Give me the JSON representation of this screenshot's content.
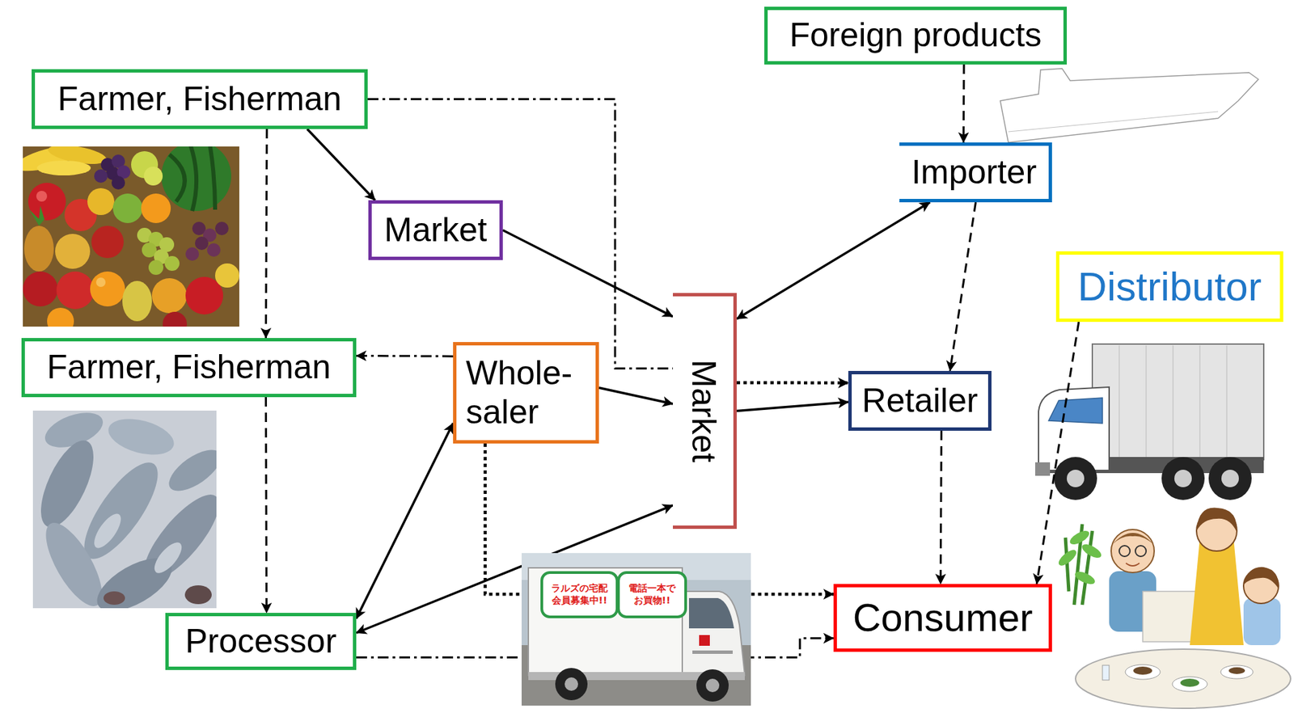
{
  "diagram": {
    "nodes": [
      {
        "text": [
          "Foreign products"
        ]
      },
      {
        "text": [
          "Farmer, Fisherman"
        ]
      },
      {
        "text": [
          "Market"
        ]
      },
      {
        "text": [
          "Importer"
        ]
      },
      {
        "text": [
          "Distributor"
        ]
      },
      {
        "text": [
          "Farmer, Fisherman"
        ]
      },
      {
        "text": [
          "Whole- saler"
        ]
      },
      {
        "text": [
          "Market"
        ]
      },
      {
        "text": [
          "Retailer"
        ]
      },
      {
        "text": [
          "Processor"
        ]
      },
      {
        "text": [
          "Consumer"
        ]
      }
    ],
    "edges": [
      {
        "from": 0,
        "to": 3,
        "arrow": "to"
      },
      {
        "from": 1,
        "to": 2,
        "arrow": "to"
      },
      {
        "from": 1,
        "to": 5,
        "arrow": "to"
      },
      {
        "from": 1,
        "to": 7,
        "arrow": "none"
      },
      {
        "from": 2,
        "to": 7,
        "arrow": "to"
      },
      {
        "from": 3,
        "to": 7,
        "arrow": "both"
      },
      {
        "from": 3,
        "to": 8,
        "arrow": "to"
      },
      {
        "from": 5,
        "to": 9,
        "arrow": "to"
      },
      {
        "from": 6,
        "to": 5,
        "arrow": "to"
      },
      {
        "from": 6,
        "to": 7,
        "arrow": "to"
      },
      {
        "from": 9,
        "to": 6,
        "arrow": "both"
      },
      {
        "from": 9,
        "to": 7,
        "arrow": "both"
      },
      {
        "from": 9,
        "to": 10,
        "arrow": "to"
      },
      {
        "from": 7,
        "to": 8,
        "arrow": "to"
      },
      {
        "from": 7,
        "to": 8,
        "arrow": "to"
      },
      {
        "from": 8,
        "to": 10,
        "arrow": "to"
      },
      {
        "from": 6,
        "to": 10,
        "arrow": "to"
      },
      {
        "from": 4,
        "to": 10,
        "arrow": "to"
      }
    ],
    "labels": [
      "ラルズの宅配 会員募集中!!",
      "電話一本で お買物!!"
    ]
  }
}
